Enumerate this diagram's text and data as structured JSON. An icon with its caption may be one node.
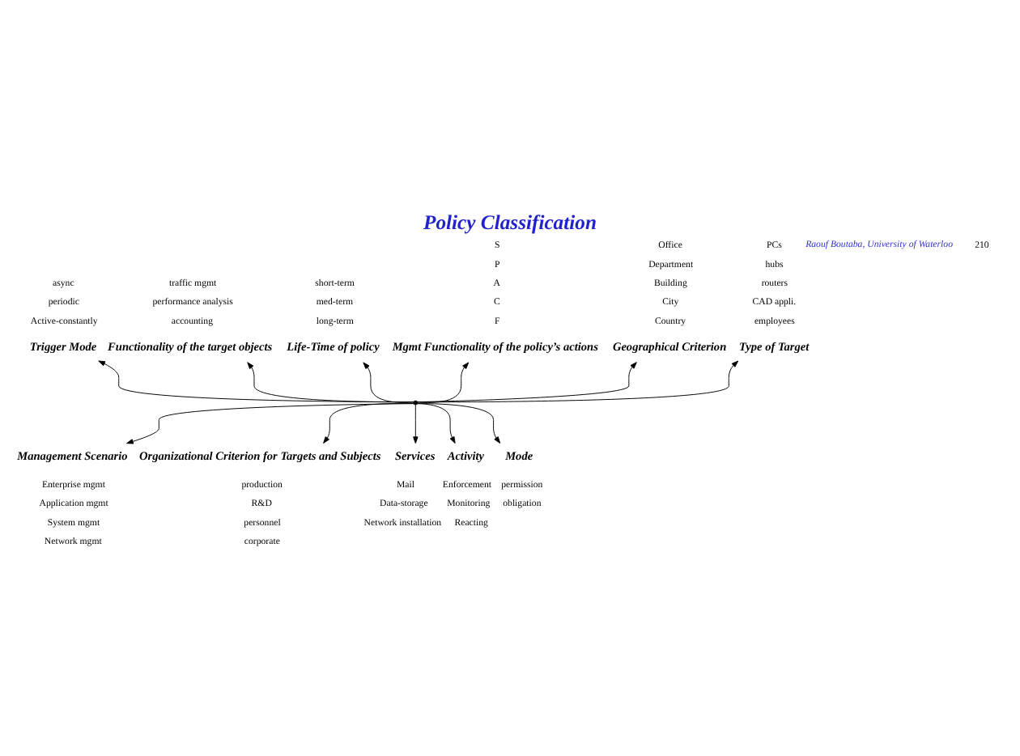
{
  "diagram": {
    "title": "Policy Classification",
    "nodes": [
      {
        "text": [
          "Type of Target"
        ]
      },
      {
        "text": [
          "Trigger Mode"
        ]
      },
      {
        "text": [
          "Functionality of the target objects"
        ]
      },
      {
        "text": [
          "Life-Time of policy"
        ]
      },
      {
        "text": [
          "Mgmt Functionality of the policy’s actions"
        ]
      },
      {
        "text": [
          "Geographical Criterion"
        ]
      },
      {
        "text": [
          "Management Scenario"
        ]
      },
      {
        "text": [
          "Organizational Criterion for Targets and Subjects"
        ]
      },
      {
        "text": [
          "Services"
        ]
      },
      {
        "text": [
          "Activity"
        ]
      },
      {
        "text": [
          "Mode"
        ]
      },
      {
        "text": [],
        "shape": "point"
      }
    ],
    "edges": [
      {
        "from": 11,
        "to": 0,
        "arrow": "to"
      },
      {
        "from": 11,
        "to": 1,
        "arrow": "to"
      },
      {
        "from": 11,
        "to": 2,
        "arrow": "to"
      },
      {
        "from": 11,
        "to": 3,
        "arrow": "to"
      },
      {
        "from": 11,
        "to": 4,
        "arrow": "to"
      },
      {
        "from": 11,
        "to": 5,
        "arrow": "to"
      },
      {
        "from": 11,
        "to": 6,
        "arrow": "to"
      },
      {
        "from": 11,
        "to": 7,
        "arrow": "to"
      },
      {
        "from": 11,
        "to": 8,
        "arrow": "to"
      },
      {
        "from": 11,
        "to": 9,
        "arrow": "to"
      },
      {
        "from": 11,
        "to": 10,
        "arrow": "to"
      }
    ],
    "labels": [
      "employees",
      "CAD appli.",
      "routers",
      "hubs",
      "PCs",
      "Active-constantly",
      "periodic",
      "async",
      "accounting",
      "performance analysis",
      "traffic mgmt",
      "long-term",
      "med-term",
      "short-term",
      "F",
      "C",
      "A",
      "P",
      "S",
      "Country",
      "City",
      "Building",
      "Department",
      "Office",
      "Enterprise mgmt",
      "Application mgmt",
      "System mgmt",
      "Network mgmt",
      "production",
      "R&D",
      "personnel",
      "corporate",
      "Mail",
      "Data-storage",
      "Network installation",
      "Enforcement",
      "Monitoring",
      "Reacting",
      "permission",
      "obligation",
      "Raouf Boutaba, University of Waterloo",
      "210"
    ]
  }
}
